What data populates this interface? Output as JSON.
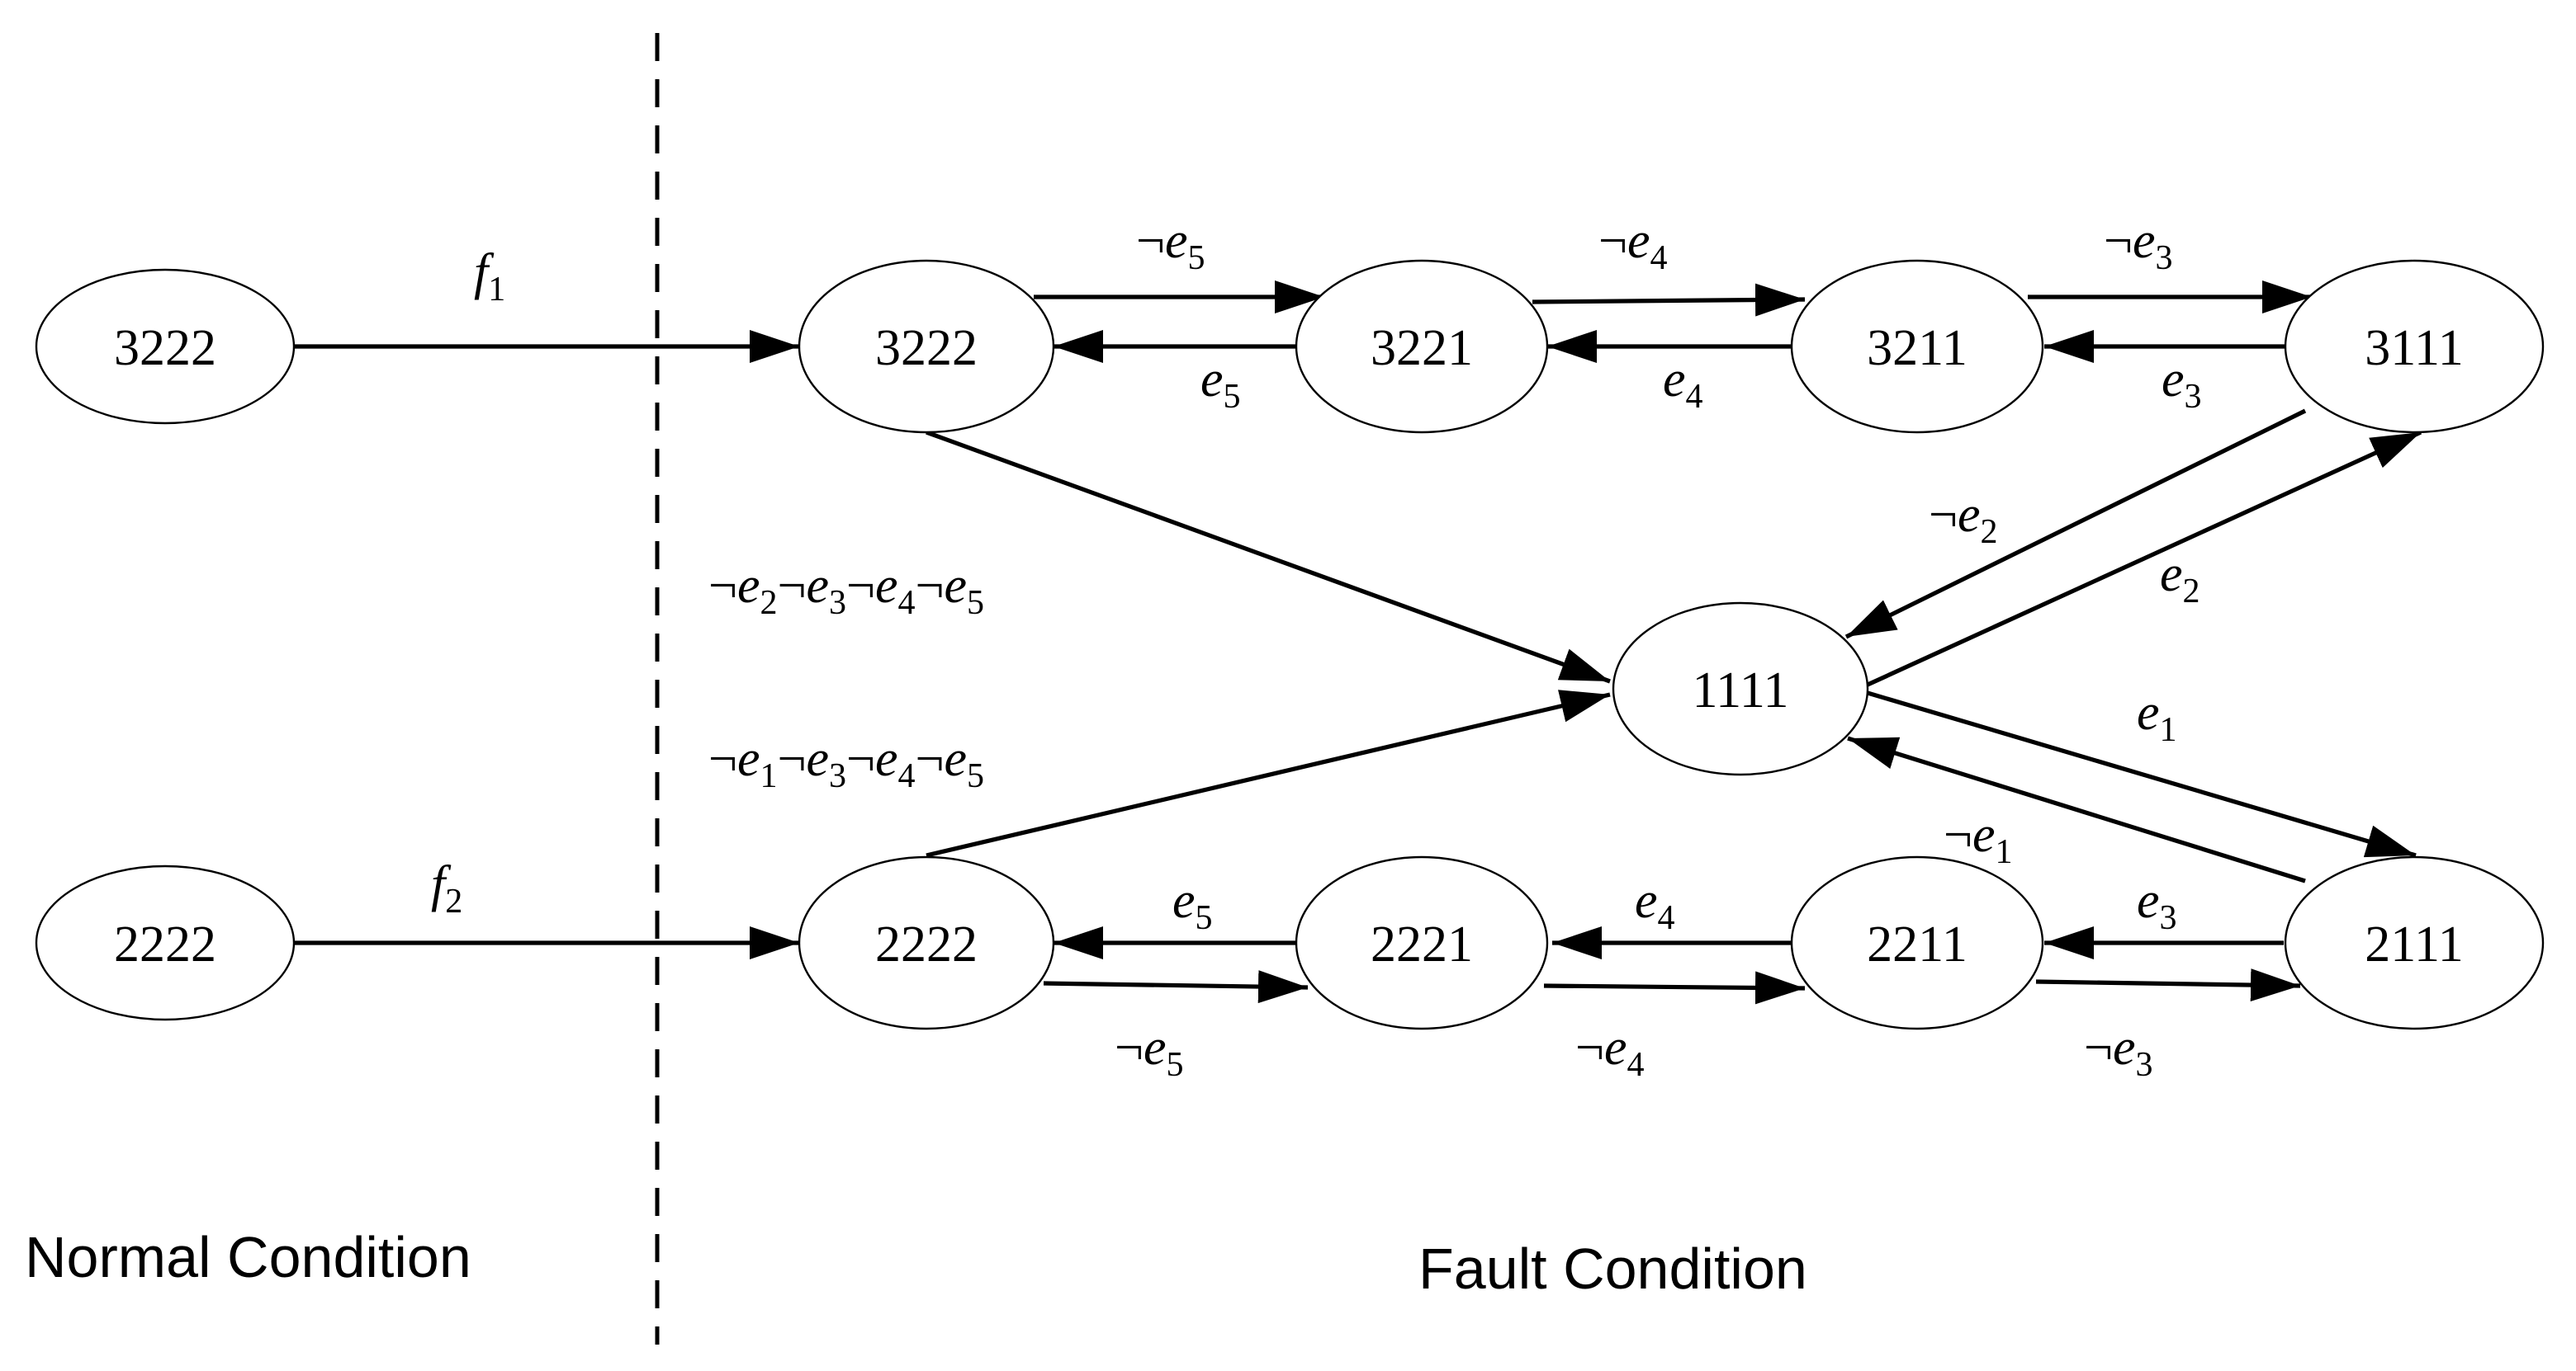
{
  "regions": {
    "normal": "Normal Condition",
    "fault": "Fault Condition"
  },
  "nodes": {
    "normal_3222": "3222",
    "normal_2222": "2222",
    "f_3222": "3222",
    "f_3221": "3221",
    "f_3211": "3211",
    "f_3111": "3111",
    "f_1111": "1111",
    "f_2222": "2222",
    "f_2221": "2221",
    "f_2211": "2211",
    "f_2111": "2111"
  },
  "edges": {
    "f1": {
      "sym": "f",
      "sub": "1"
    },
    "f2": {
      "sym": "f",
      "sub": "2"
    },
    "top_not_e5": {
      "neg": "¬",
      "sym": "e",
      "sub": "5"
    },
    "top_e5": {
      "sym": "e",
      "sub": "5"
    },
    "top_not_e4": {
      "neg": "¬",
      "sym": "e",
      "sub": "4"
    },
    "top_e4": {
      "sym": "e",
      "sub": "4"
    },
    "top_not_e3": {
      "neg": "¬",
      "sym": "e",
      "sub": "3"
    },
    "top_e3": {
      "sym": "e",
      "sub": "3"
    },
    "not_e2": {
      "neg": "¬",
      "sym": "e",
      "sub": "2"
    },
    "e2": {
      "sym": "e",
      "sub": "2"
    },
    "e1": {
      "sym": "e",
      "sub": "1"
    },
    "not_e1": {
      "neg": "¬",
      "sym": "e",
      "sub": "1"
    },
    "bot_e5": {
      "sym": "e",
      "sub": "5"
    },
    "bot_not_e5": {
      "neg": "¬",
      "sym": "e",
      "sub": "5"
    },
    "bot_e4": {
      "sym": "e",
      "sub": "4"
    },
    "bot_not_e4": {
      "neg": "¬",
      "sym": "e",
      "sub": "4"
    },
    "bot_e3": {
      "sym": "e",
      "sub": "3"
    },
    "bot_not_e3": {
      "neg": "¬",
      "sym": "e",
      "sub": "3"
    },
    "cond_upper": [
      {
        "neg": "¬",
        "sym": "e",
        "sub": "2"
      },
      {
        "neg": "¬",
        "sym": "e",
        "sub": "3"
      },
      {
        "neg": "¬",
        "sym": "e",
        "sub": "4"
      },
      {
        "neg": "¬",
        "sym": "e",
        "sub": "5"
      }
    ],
    "cond_lower": [
      {
        "neg": "¬",
        "sym": "e",
        "sub": "1"
      },
      {
        "neg": "¬",
        "sym": "e",
        "sub": "3"
      },
      {
        "neg": "¬",
        "sym": "e",
        "sub": "4"
      },
      {
        "neg": "¬",
        "sym": "e",
        "sub": "5"
      }
    ]
  }
}
